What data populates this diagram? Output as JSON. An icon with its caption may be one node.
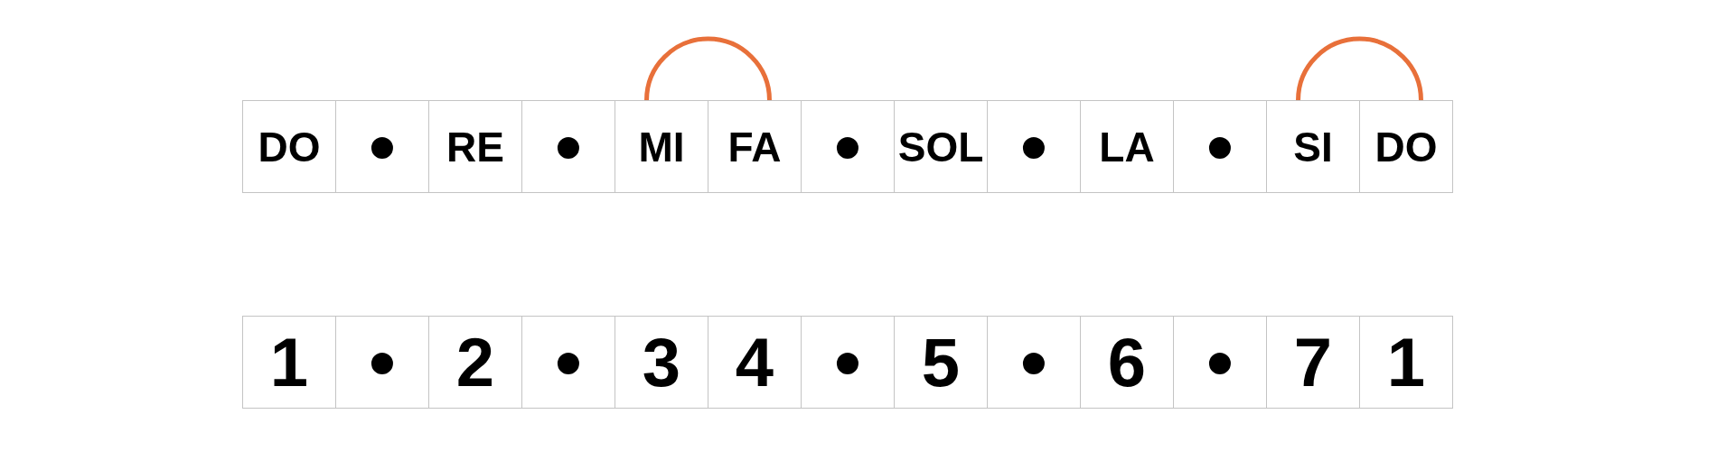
{
  "diagram": {
    "nodes": [
      {
        "text": [
          "DO"
        ]
      },
      {
        "text": [
          "•"
        ]
      },
      {
        "text": [
          "RE"
        ]
      },
      {
        "text": [
          "•"
        ]
      },
      {
        "text": [
          "MI"
        ]
      },
      {
        "text": [
          "FA"
        ]
      },
      {
        "text": [
          "•"
        ]
      },
      {
        "text": [
          "SOL"
        ]
      },
      {
        "text": [
          "•"
        ]
      },
      {
        "text": [
          "LA"
        ]
      },
      {
        "text": [
          "•"
        ]
      },
      {
        "text": [
          "SI"
        ]
      },
      {
        "text": [
          "DO"
        ]
      },
      {
        "text": [
          "1"
        ]
      },
      {
        "text": [
          "•"
        ]
      },
      {
        "text": [
          "2"
        ]
      },
      {
        "text": [
          "•"
        ]
      },
      {
        "text": [
          "3"
        ]
      },
      {
        "text": [
          "4"
        ]
      },
      {
        "text": [
          "•"
        ]
      },
      {
        "text": [
          "5"
        ]
      },
      {
        "text": [
          "•"
        ]
      },
      {
        "text": [
          "6"
        ]
      },
      {
        "text": [
          "•"
        ]
      },
      {
        "text": [
          "7"
        ]
      },
      {
        "text": [
          "1"
        ]
      }
    ],
    "edges": [
      {
        "from": 4,
        "to": 5,
        "arrow": "none"
      },
      {
        "from": 11,
        "to": 12,
        "arrow": "none"
      }
    ]
  }
}
